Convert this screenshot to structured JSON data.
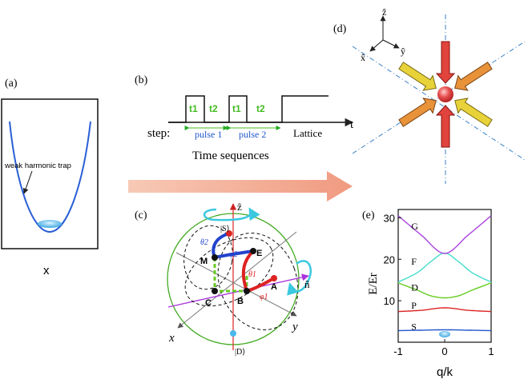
{
  "panel_a": {
    "label": "(a)",
    "trap_text": "weak harmonic trap",
    "xlabel": "x"
  },
  "panel_b": {
    "label": "(b)",
    "step_label": "step:",
    "pulses": [
      "t1",
      "t2",
      "t1",
      "t2"
    ],
    "pulse1": "pulse 1",
    "pulse2": "pulse 2",
    "lattice": "Lattice",
    "t_axis": "t",
    "caption": "Time sequences"
  },
  "panel_c": {
    "label": "(c)",
    "z_axis": "ẑ",
    "x_axis": "x",
    "y_axis": "y",
    "n_axis": "n̂",
    "ket_s": "|S⟩",
    "ket_d": "|D⟩",
    "points": [
      "M",
      "E",
      "A",
      "B",
      "C"
    ],
    "theta1": "θ1",
    "theta2": "θ2",
    "phi1": "φ1",
    "phi2": "φ2"
  },
  "panel_d": {
    "label": "(d)",
    "x_axis": "x̂",
    "y_axis": "ŷ",
    "z_axis": "ẑ"
  },
  "chart_data": {
    "type": "line",
    "label": "(e)",
    "xlabel": "q/k",
    "ylabel": "E/Er",
    "xlim": [
      -1,
      1
    ],
    "ylim": [
      0,
      32
    ],
    "xticks": [
      "-1",
      "0",
      "1"
    ],
    "yticks": [
      "10",
      "20",
      "30"
    ],
    "band_labels": [
      "G",
      "F",
      "D",
      "P",
      "S"
    ],
    "series": [
      {
        "name": "S",
        "color": "#2255cc",
        "x": [
          -1,
          -0.5,
          0,
          0.5,
          1
        ],
        "y": [
          2.8,
          2.9,
          3.0,
          2.9,
          2.8
        ]
      },
      {
        "name": "P",
        "color": "#dd2222",
        "x": [
          -1,
          -0.5,
          0,
          0.5,
          1
        ],
        "y": [
          7.4,
          7.7,
          8.3,
          7.7,
          7.4
        ]
      },
      {
        "name": "D",
        "color": "#66cc22",
        "x": [
          -1,
          -0.6,
          -0.3,
          0,
          0.3,
          0.6,
          1
        ],
        "y": [
          14.3,
          12.6,
          11.2,
          10.7,
          11.2,
          12.6,
          14.3
        ]
      },
      {
        "name": "F",
        "color": "#44ddcc",
        "x": [
          -1,
          -0.6,
          -0.3,
          0,
          0.3,
          0.6,
          1
        ],
        "y": [
          14.5,
          16.7,
          19.4,
          21.5,
          19.4,
          16.7,
          14.5
        ]
      },
      {
        "name": "G",
        "color": "#aa44dd",
        "x": [
          -1,
          -0.5,
          0,
          0.5,
          1
        ],
        "y": [
          30.5,
          25.8,
          21.4,
          25.8,
          30.5
        ]
      }
    ]
  }
}
